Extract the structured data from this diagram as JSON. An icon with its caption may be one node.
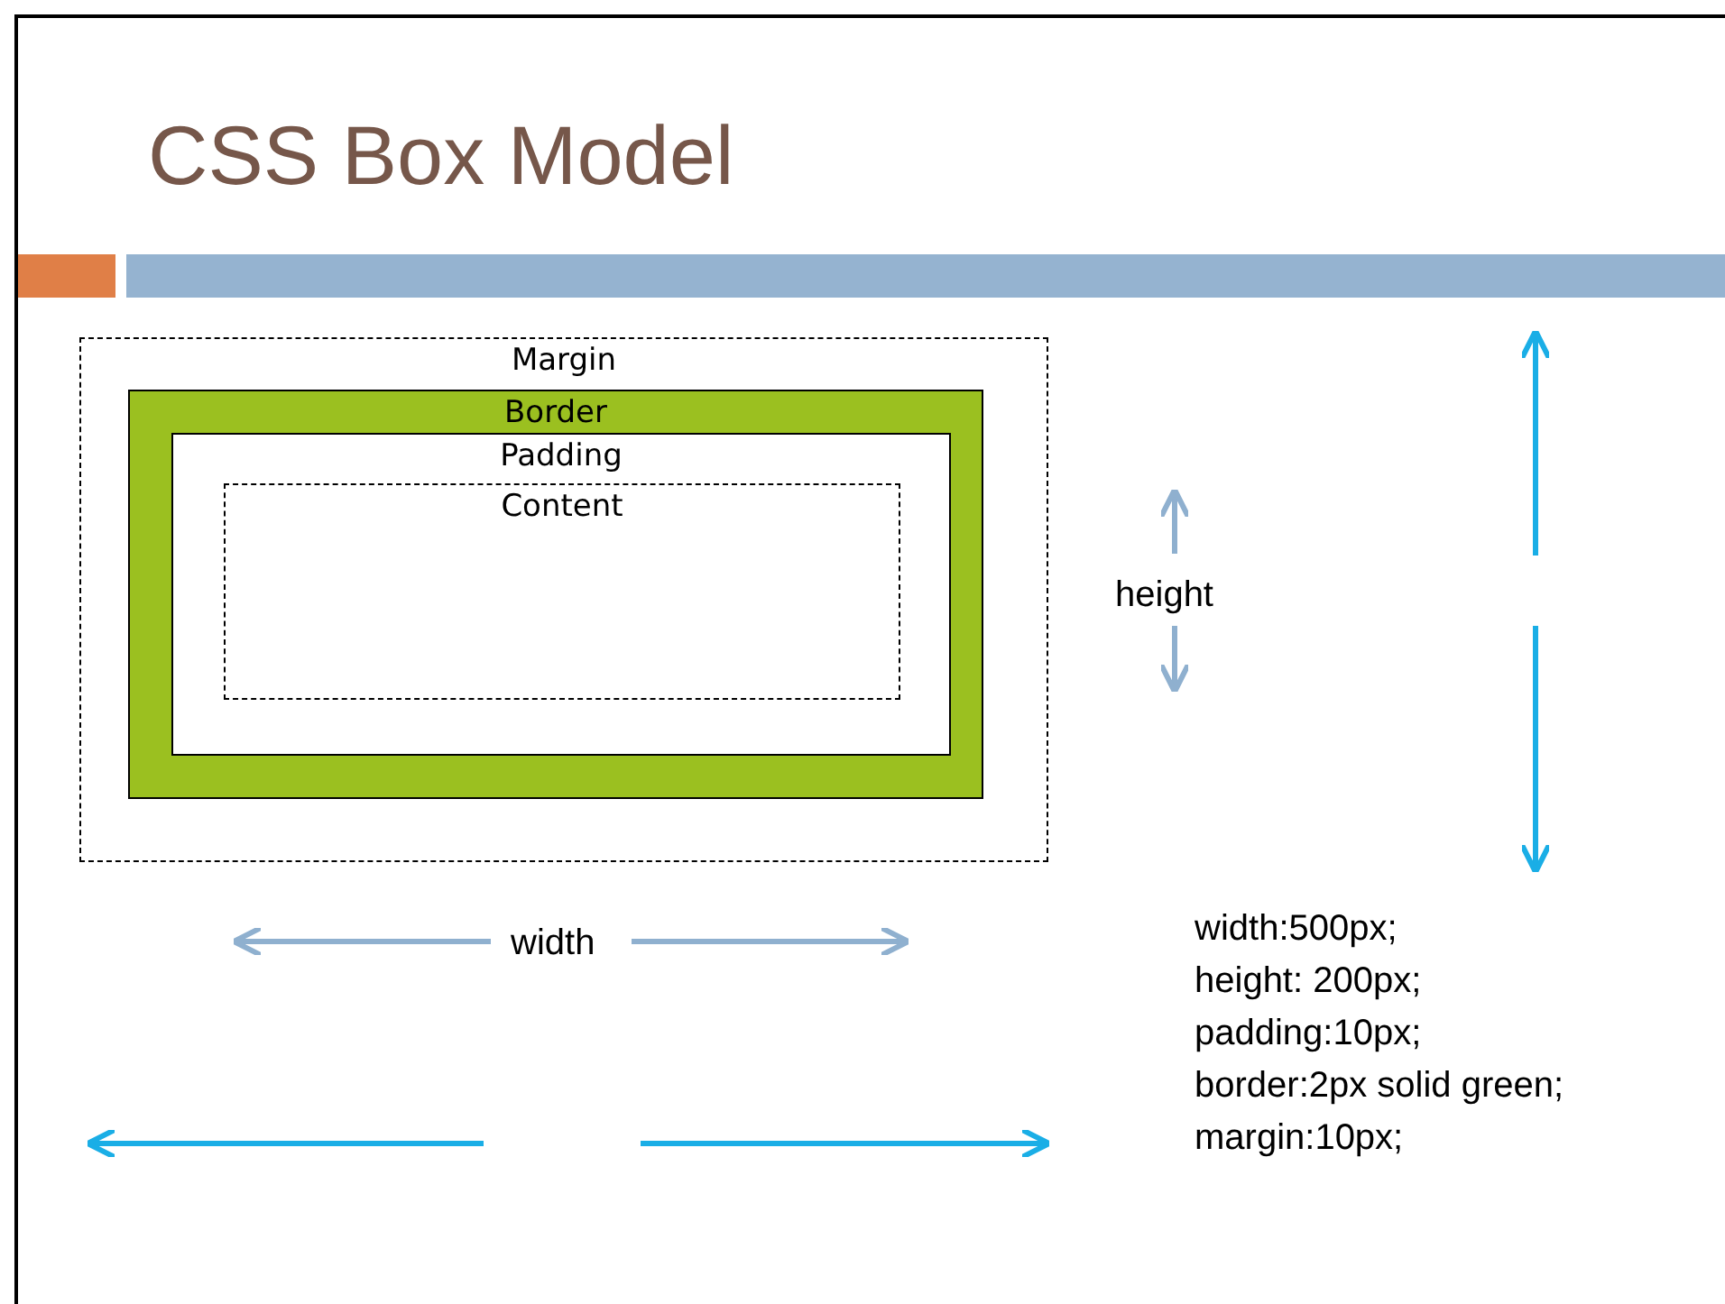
{
  "diagram": {
    "title": "CSS Box Model",
    "nodes": [
      {
        "text": [
          "Margin"
        ]
      },
      {
        "text": [
          "Border"
        ],
        "in": 0
      },
      {
        "text": [
          "Padding"
        ],
        "in": 1
      },
      {
        "text": [
          "Content"
        ],
        "in": 2
      }
    ],
    "labels": [
      "height",
      "width",
      "width:500px;",
      "height: 200px;",
      "padding:10px;",
      "border:2px solid green;",
      "margin:10px;"
    ]
  }
}
